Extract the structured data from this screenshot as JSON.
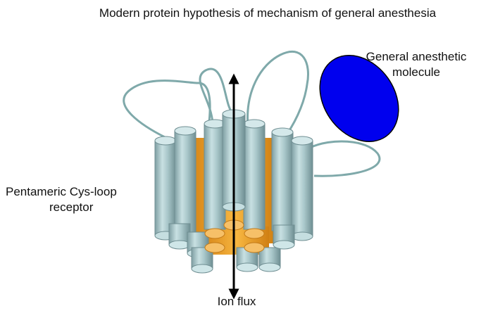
{
  "title": "Modern protein hypothesis of mechanism of general anesthesia",
  "molecule": {
    "label_line1": "General anesthetic",
    "label_line2": "molecule",
    "color": "#0000ee"
  },
  "receptor": {
    "label_line1": "Pentameric Cys-loop",
    "label_line2": "receptor",
    "helix_color": "#b7d3d6",
    "pore_color": "#f2a623",
    "loop_color": "#7fa9aa"
  },
  "ion_flux": {
    "label": "Ion flux"
  }
}
